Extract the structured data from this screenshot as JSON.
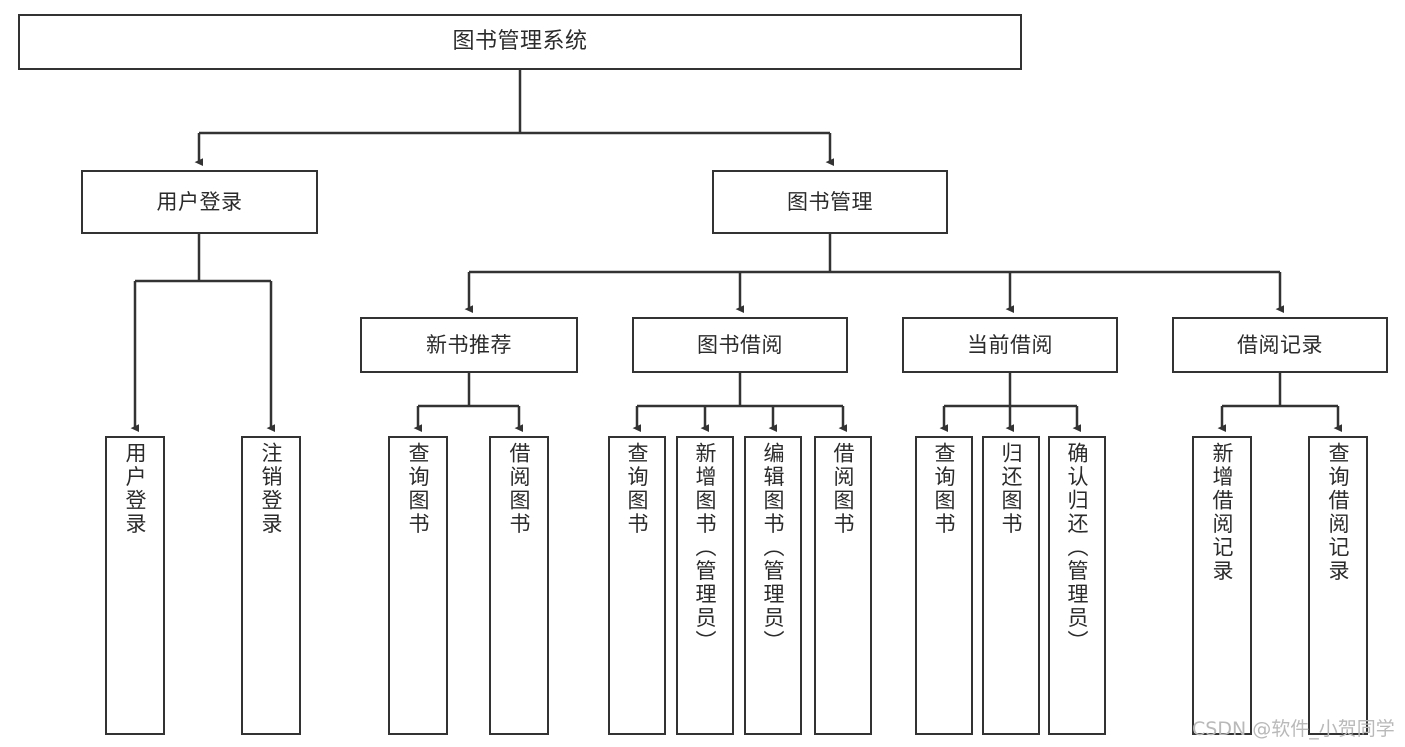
{
  "diagram": {
    "title": "图书管理系统",
    "type": "hierarchy-tree",
    "watermark": "CSDN @软件_小贺同学",
    "colors": {
      "stroke": "#333333",
      "fill": "#ffffff",
      "text": "#2b2b2b",
      "watermark": "#b9b9b9"
    },
    "nodes": {
      "root": {
        "label": "图书管理系统"
      },
      "level2": [
        {
          "label": "用户登录"
        },
        {
          "label": "图书管理"
        }
      ],
      "level3": [
        {
          "label": "新书推荐"
        },
        {
          "label": "图书借阅"
        },
        {
          "label": "当前借阅"
        },
        {
          "label": "借阅记录"
        }
      ],
      "leaves": {
        "user_login": [
          {
            "label": "用户登录"
          },
          {
            "label": "注销登录"
          }
        ],
        "new_book_recommend": [
          {
            "label": "查询图书"
          },
          {
            "label": "借阅图书"
          }
        ],
        "book_borrow": [
          {
            "label": "查询图书"
          },
          {
            "label": "新增图书（管理员）"
          },
          {
            "label": "编辑图书（管理员）"
          },
          {
            "label": "借阅图书"
          }
        ],
        "current_borrow": [
          {
            "label": "查询图书"
          },
          {
            "label": "归还图书"
          },
          {
            "label": "确认归还（管理员）"
          }
        ],
        "borrow_records": [
          {
            "label": "新增借阅记录"
          },
          {
            "label": "查询借阅记录"
          }
        ]
      }
    }
  }
}
